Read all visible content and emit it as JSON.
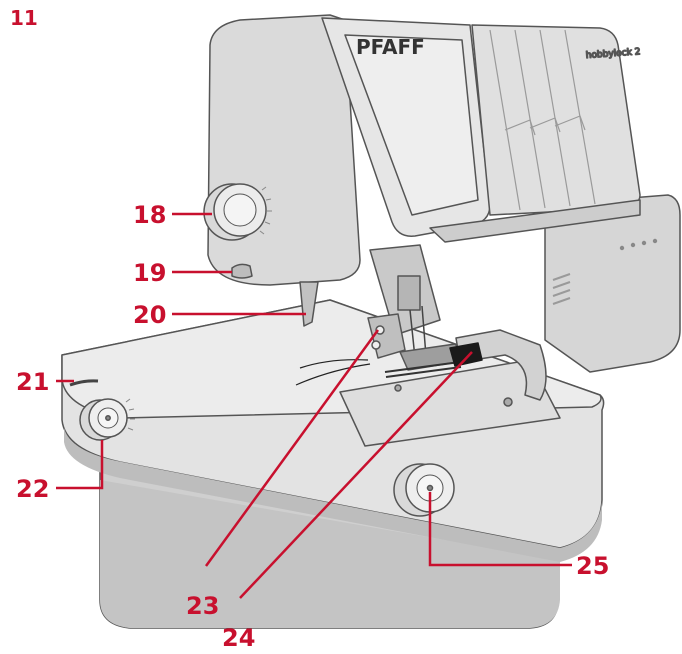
{
  "page_number": "11",
  "brand": "PFAFF",
  "model": "hobbylock 2",
  "colors": {
    "callout": "#c8102e",
    "body": "#dcdcdc",
    "outline": "#555555"
  },
  "callouts": [
    {
      "id": "18",
      "label": "18"
    },
    {
      "id": "19",
      "label": "19"
    },
    {
      "id": "20",
      "label": "20"
    },
    {
      "id": "21",
      "label": "21"
    },
    {
      "id": "22",
      "label": "22"
    },
    {
      "id": "23",
      "label": "23"
    },
    {
      "id": "24",
      "label": "24"
    },
    {
      "id": "25",
      "label": "25"
    }
  ]
}
